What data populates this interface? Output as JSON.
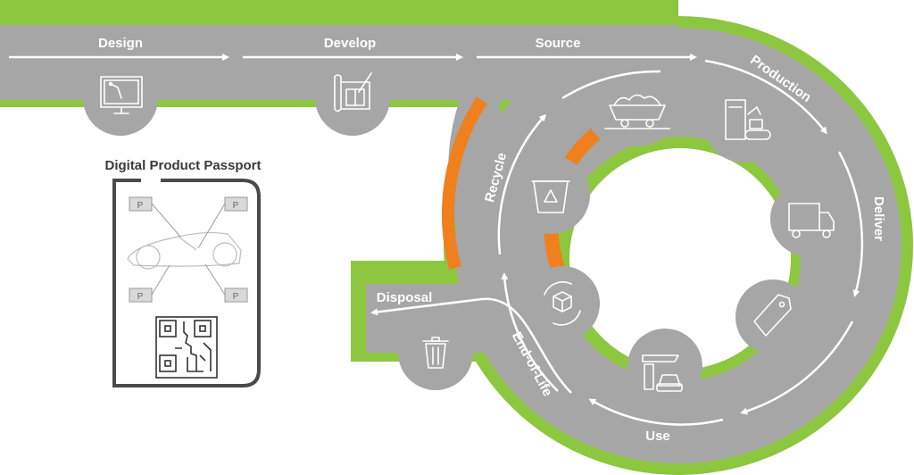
{
  "colors": {
    "road": "#a6a6a6",
    "green": "#8dc63f",
    "orange": "#f07f1e",
    "passport_frame": "#4a4a4a"
  },
  "stages": {
    "design": "Design",
    "develop": "Develop",
    "source": "Source",
    "production": "Production",
    "deliver": "Deliver",
    "use": "Use",
    "end_of_life": "End-of-Life",
    "disposal": "Disposal",
    "recycle": "Recycle"
  },
  "passport": {
    "title": "Digital Product Passport",
    "tag_label": "P"
  },
  "icons": [
    "design-monitor-icon",
    "blueprint-icon",
    "mine-cart-icon",
    "factory-robot-icon",
    "truck-icon",
    "price-tag-icon",
    "fuel-station-car-icon",
    "recycle-bin-icon",
    "box-cycle-icon",
    "trash-can-icon",
    "car-icon",
    "qr-code-icon"
  ]
}
